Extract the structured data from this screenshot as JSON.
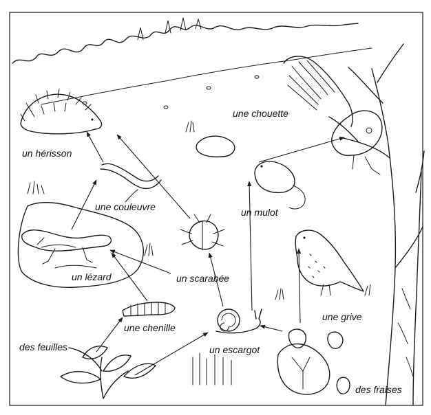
{
  "labels": {
    "herisson": "un hérisson",
    "couleuvre": "une couleuvre",
    "lezard": "un lézard",
    "chenille": "une chenille",
    "feuilles": "des feuilles",
    "scarabee": "un scarabée",
    "escargot": "un escargot",
    "chouette": "une chouette",
    "mulot": "un mulot",
    "grive": "une grive",
    "fraises": "des fraises"
  },
  "icons": {
    "herisson": "hedgehog-icon",
    "couleuvre": "snake-icon",
    "lezard": "lizard-icon",
    "chenille": "caterpillar-icon",
    "feuilles": "leaf-plant-icon",
    "scarabee": "beetle-icon",
    "escargot": "snail-icon",
    "chouette": "owl-icon",
    "mulot": "mouse-icon",
    "grive": "thrush-icon",
    "fraises": "strawberry-icon"
  },
  "colors": {
    "ink": "#1a1a1a",
    "paper": "#ffffff"
  }
}
